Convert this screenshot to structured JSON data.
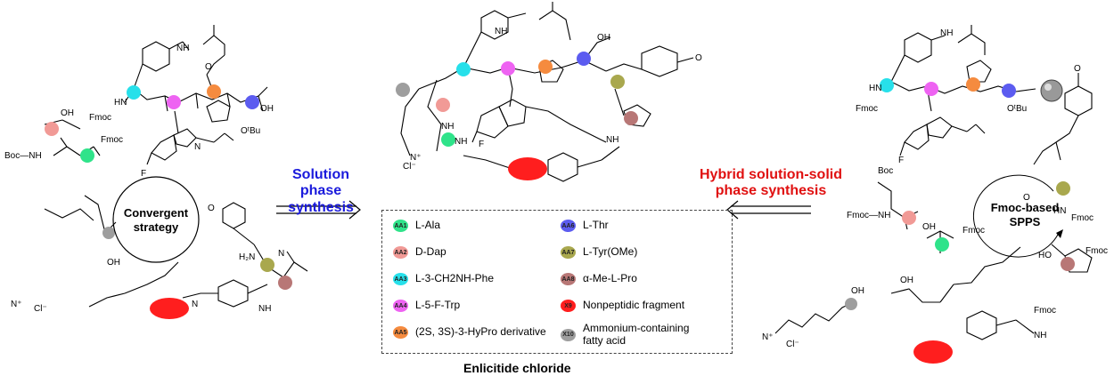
{
  "labels": {
    "solution_phase": "Solution phase\nsynthesis",
    "hybrid_phase": "Hybrid solution-solid\nphase synthesis",
    "convergent": "Convergent\nstrategy",
    "spps": "Fmoc-based\nSPPS",
    "product_title": "Enlicitide chloride"
  },
  "legend": [
    {
      "code": "AA1",
      "label": "L-Ala",
      "color": "#2fe38a"
    },
    {
      "code": "AA2",
      "label": "D-Dap",
      "color": "#f19a96"
    },
    {
      "code": "AA3",
      "label": "L-3-CH2NH-Phe",
      "color": "#27e0ea"
    },
    {
      "code": "AA4",
      "label": "L-5-F-Trp",
      "color": "#ee63f2"
    },
    {
      "code": "AA5",
      "label": "(2S, 3S)-3-HyPro derivative",
      "color": "#f58b3f"
    },
    {
      "code": "AA6",
      "label": "L-Thr",
      "color": "#5c5cf0"
    },
    {
      "code": "AA7",
      "label": "L-Tyr(OMe)",
      "color": "#a9a84e"
    },
    {
      "code": "AA8",
      "label": "α-Me-L-Pro",
      "color": "#b87776"
    },
    {
      "code": "X9",
      "label": "Nonpeptidic fragment",
      "color": "#ff1e1e"
    },
    {
      "code": "X10",
      "label": "Ammonium-containing\nfatty acid",
      "color": "#9e9e9e"
    }
  ],
  "chem_labels": {
    "fmoc": "Fmoc",
    "boc": "Boc",
    "nh": "NH",
    "hn": "HN",
    "n": "N",
    "o": "O",
    "oh": "OH",
    "f": "F",
    "cl": "Cl⁻",
    "nplus": "N⁺",
    "obu": "OᵗBu",
    "ho": "HO",
    "h2n": "H₂N",
    "bochn": "Boc—NH",
    "fmocnh": "Fmoc—NH"
  },
  "colors": {
    "blue": "#1a1adc",
    "red": "#e01010"
  }
}
